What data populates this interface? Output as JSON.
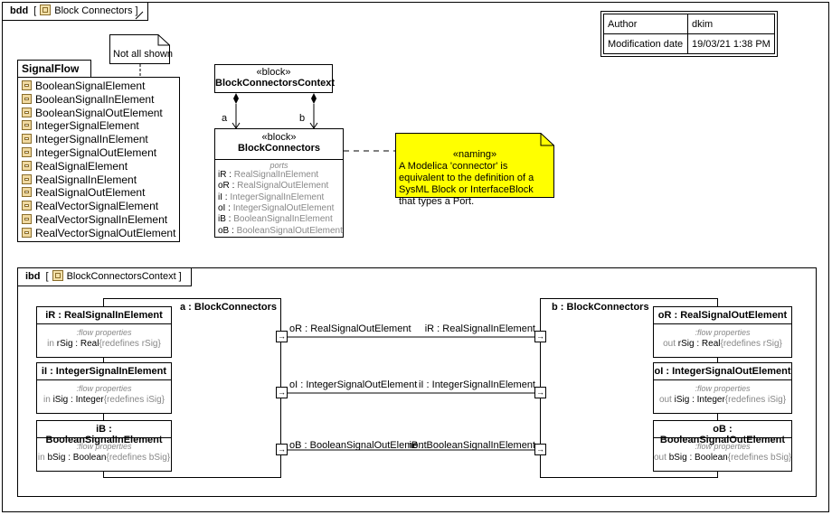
{
  "bdd": {
    "kind": "bdd",
    "name": "Block Connectors",
    "meta": {
      "author_label": "Author",
      "author_value": "dkim",
      "mod_label": "Modification date",
      "mod_value": "19/03/21 1:38 PM"
    },
    "note_not_all": "Not all shown",
    "signalflow": {
      "title": "SignalFlow",
      "items": [
        "BooleanSignalElement",
        "BooleanSignalInElement",
        "BooleanSignalOutElement",
        "IntegerSignalElement",
        "IntegerSignalInElement",
        "IntegerSignalOutElement",
        "RealSignalElement",
        "RealSignalInElement",
        "RealSignalOutElement",
        "RealVectorSignalElement",
        "RealVectorSignalInElement",
        "RealVectorSignalOutElement"
      ]
    },
    "context_block": {
      "stereotype": "«block»",
      "name": "BlockConnectorsContext"
    },
    "role_a": "a",
    "role_b": "b",
    "connectors_block": {
      "stereotype": "«block»",
      "name": "BlockConnectors",
      "section": "ports",
      "ports": [
        {
          "name": "iR",
          "type": "RealSignalInElement"
        },
        {
          "name": "oR",
          "type": "RealSignalOutElement"
        },
        {
          "name": "iI",
          "type": "IntegerSignalInElement"
        },
        {
          "name": "oI",
          "type": "IntegerSignalOutElement"
        },
        {
          "name": "iB",
          "type": "BooleanSignalInElement"
        },
        {
          "name": "oB",
          "type": "BooleanSignalOutElement"
        }
      ]
    },
    "naming_note": {
      "stereotype": "«naming»",
      "text": "A Modelica 'connector' is equivalent to the definition of a SysML Block or InterfaceBlock that types a Port."
    }
  },
  "ibd": {
    "kind": "ibd",
    "name": "BlockConnectorsContext",
    "part_a": "a : BlockConnectors",
    "part_b": "b : BlockConnectors",
    "left_ports": [
      {
        "title": "iR : RealSignalInElement",
        "section": ":flow properties",
        "dir": "in",
        "prop": "rSig",
        "type": " : Real",
        "redef": "{redefines rSig}"
      },
      {
        "title": "iI : IntegerSignalInElement",
        "section": ":flow properties",
        "dir": "in",
        "prop": "iSig",
        "type": " : Integer",
        "redef": "{redefines iSig}"
      },
      {
        "title": "iB : BooleanSignalInElement",
        "section": ":flow properties",
        "dir": "in",
        "prop": "bSig",
        "type": " : Boolean",
        "redef": "{redefines bSig}"
      }
    ],
    "right_ports": [
      {
        "title": "oR : RealSignalOutElement",
        "section": ":flow properties",
        "dir": "out",
        "prop": "rSig",
        "type": " : Real",
        "redef": "{redefines rSig}"
      },
      {
        "title": "oI : IntegerSignalOutElement",
        "section": ":flow properties",
        "dir": "out",
        "prop": "iSig",
        "type": " : Integer",
        "redef": "{redefines iSig}"
      },
      {
        "title": "oB : BooleanSignalOutElement",
        "section": ":flow properties",
        "dir": "out",
        "prop": "bSig",
        "type": " : Boolean",
        "redef": "{redefines bSig}"
      }
    ],
    "connectors": [
      {
        "left": "oR : RealSignalOutElement",
        "right": "iR : RealSignalInElement"
      },
      {
        "left": "oI : IntegerSignalOutElement",
        "right": "iI : IntegerSignalInElement"
      },
      {
        "left": "oB : BooleanSignalOutElement",
        "right": "iB : BooleanSignalInElement"
      }
    ]
  }
}
